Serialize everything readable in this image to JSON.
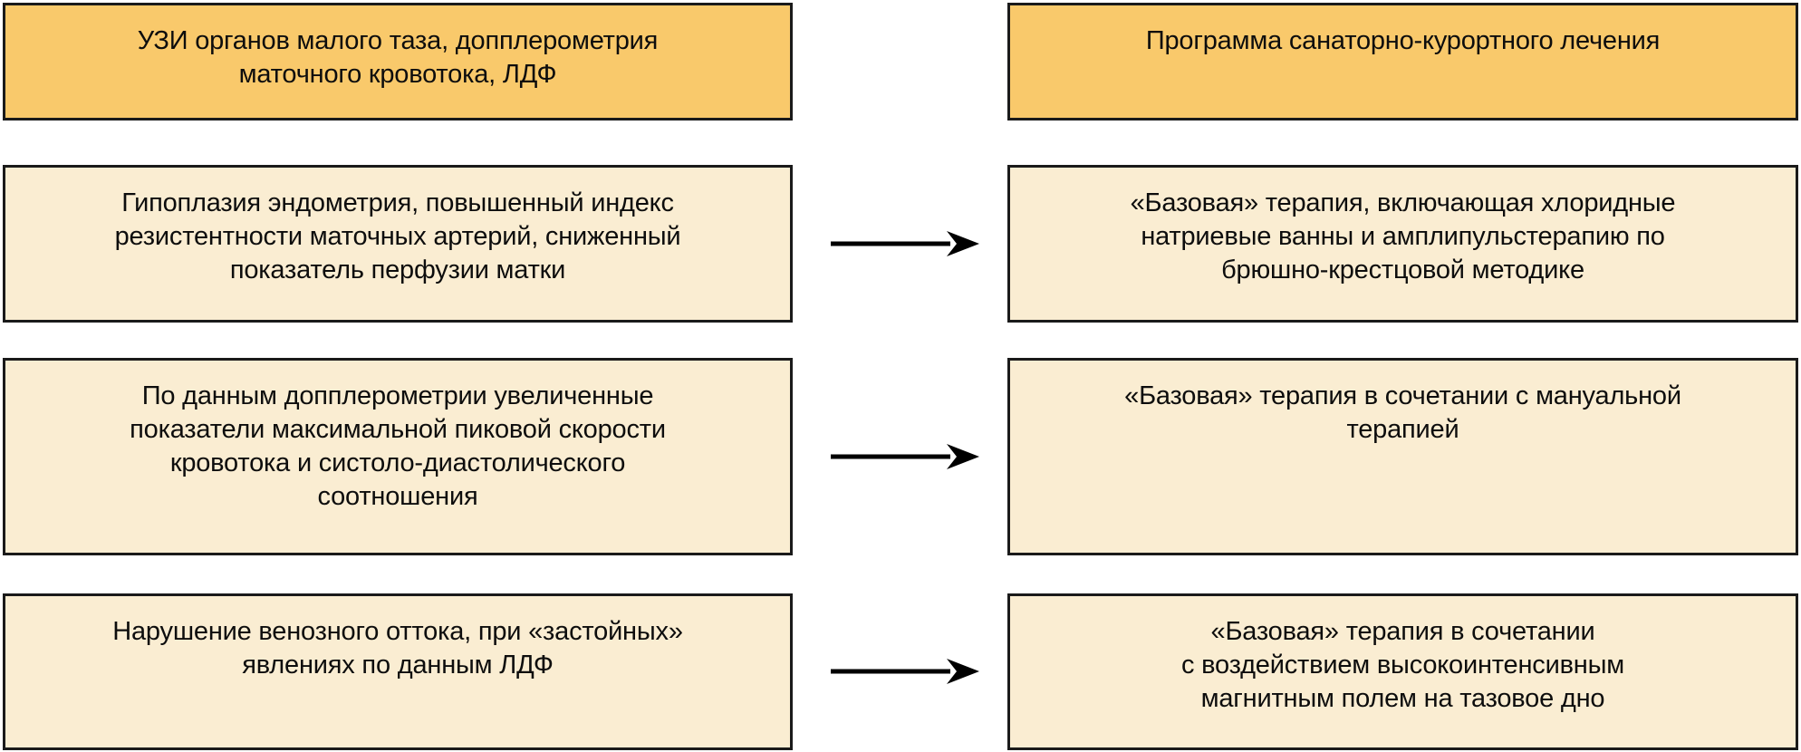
{
  "diagram": {
    "left_header": "УЗИ органов малого таза, допплерометрия\nматочного кровотока, ЛДФ",
    "right_header": "Программа санаторно-курортного лечения",
    "rows": [
      {
        "finding": "Гипоплазия эндометрия, повышенный индекс\nрезистентности маточных артерий, сниженный\nпоказатель перфузии матки",
        "treatment": "«Базовая» терапия, включающая хлоридные\nнатриевые ванны и амплипульстерапию по\nбрюшно-крестцовой методике"
      },
      {
        "finding": "По данным допплерометрии увеличенные\nпоказатели максимальной пиковой скорости\nкровотока и систоло-диастолического\nсоотношения",
        "treatment": "«Базовая» терапия в сочетании с мануальной\nтерапией"
      },
      {
        "finding": "Нарушение венозного оттока, при «застойных»\nявлениях по данным ЛДФ",
        "treatment": "«Базовая» терапия в сочетании\nс воздействием высокоинтенсивным\nмагнитным полем на тазовое дно"
      }
    ],
    "colors": {
      "header_fill": "#f9c96b",
      "body_fill": "#faedd2",
      "border": "#1a1a1a",
      "arrow": "#000000",
      "text": "#0d0d0d"
    }
  }
}
